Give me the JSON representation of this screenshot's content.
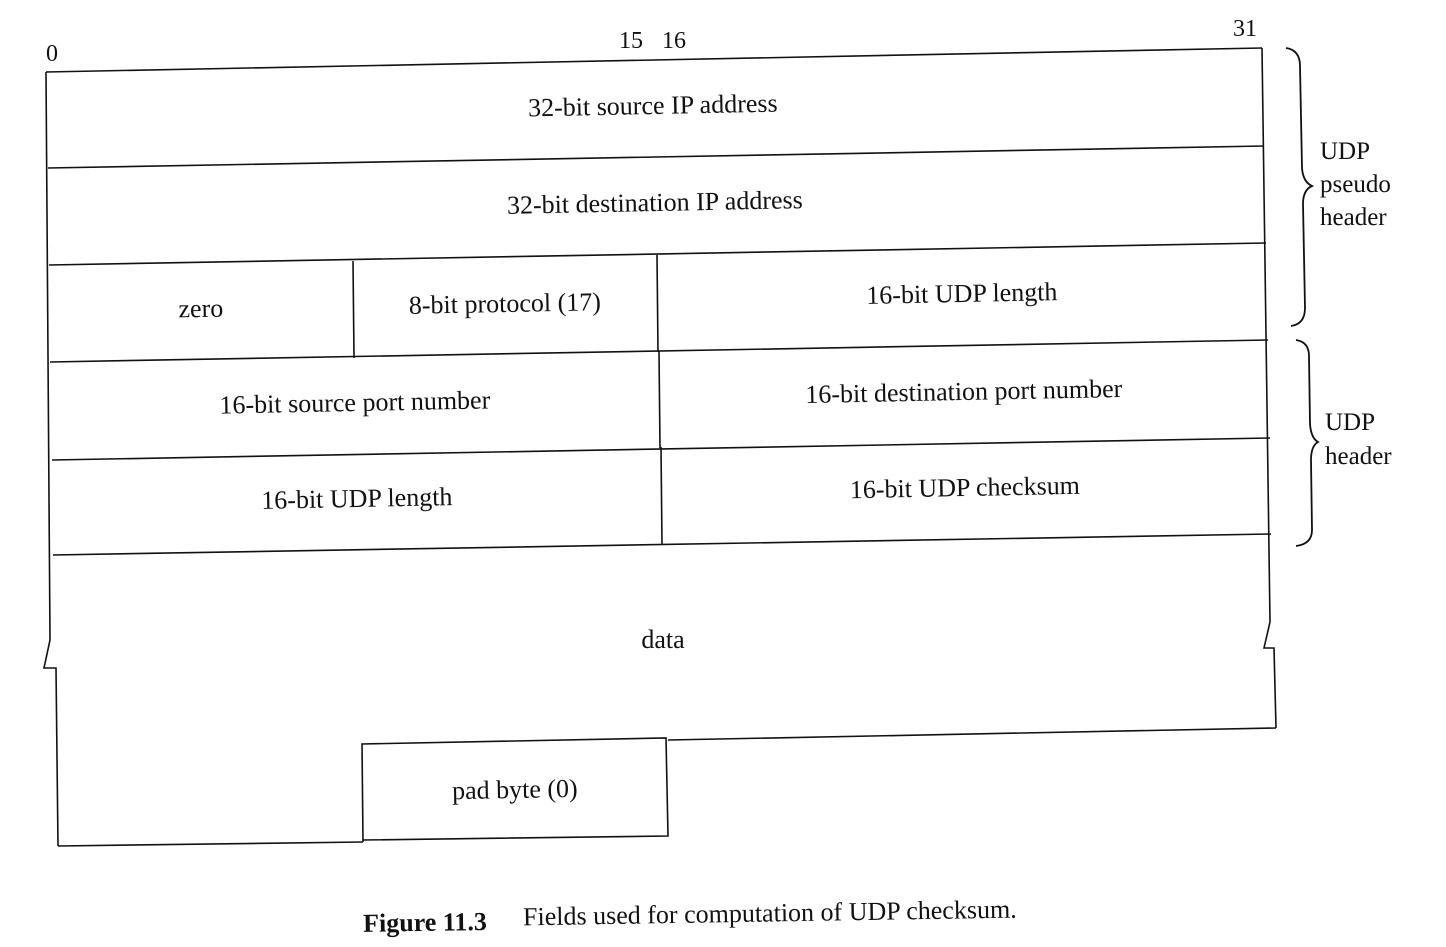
{
  "bit_positions": [
    "0",
    "15",
    "16",
    "31"
  ],
  "fields": {
    "source_ip": "32-bit source IP address",
    "dest_ip": "32-bit destination IP address",
    "zero": "zero",
    "protocol": "8-bit protocol (17)",
    "pseudo_udp_length": "16-bit UDP length",
    "source_port": "16-bit source port number",
    "dest_port": "16-bit destination port number",
    "udp_length": "16-bit UDP length",
    "udp_checksum": "16-bit UDP checksum",
    "data": "data",
    "pad_byte": "pad byte (0)"
  },
  "groups": {
    "pseudo_header": [
      "UDP",
      "pseudo",
      "header"
    ],
    "udp_header": [
      "UDP",
      "header"
    ]
  },
  "caption": {
    "label": "Figure 11.3",
    "text": "Fields used for computation of UDP checksum."
  }
}
